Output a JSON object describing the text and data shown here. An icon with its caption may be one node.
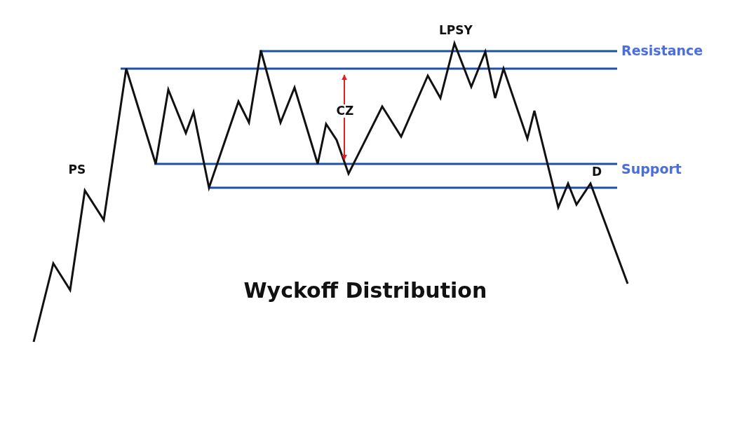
{
  "diagram": {
    "title": "Wyckoff Distribution",
    "labels": [
      "LPSY",
      "Resistance",
      "CZ",
      "PS",
      "Support",
      "D"
    ]
  }
}
